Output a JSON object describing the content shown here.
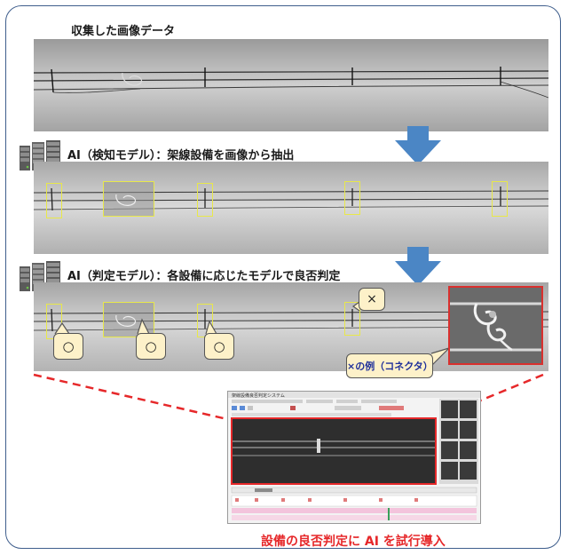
{
  "stages": {
    "collected": {
      "title": "収集した画像データ"
    },
    "detect": {
      "title": "AI（検知モデル）：架線設備を画像から抽出"
    },
    "judge": {
      "title": "AI（判定モデル）：各設備に応じたモデルで良否判定"
    }
  },
  "judgements": {
    "ok_symbol": "○",
    "ng_symbol": "×",
    "ng_example_label": "×の例（コネクタ）"
  },
  "software": {
    "window_title": "架線設備良否判定システム"
  },
  "caption": "設備の良否判定に AI を試行導入",
  "colors": {
    "frame": "#3f5e8c",
    "arrow": "#4b86c5",
    "highlight": "#e8e84a",
    "alert": "#e6282a",
    "bubble": "#fdf1c9"
  },
  "icons": {
    "server": "server-rack-icon",
    "arrow": "down-arrow-icon"
  }
}
